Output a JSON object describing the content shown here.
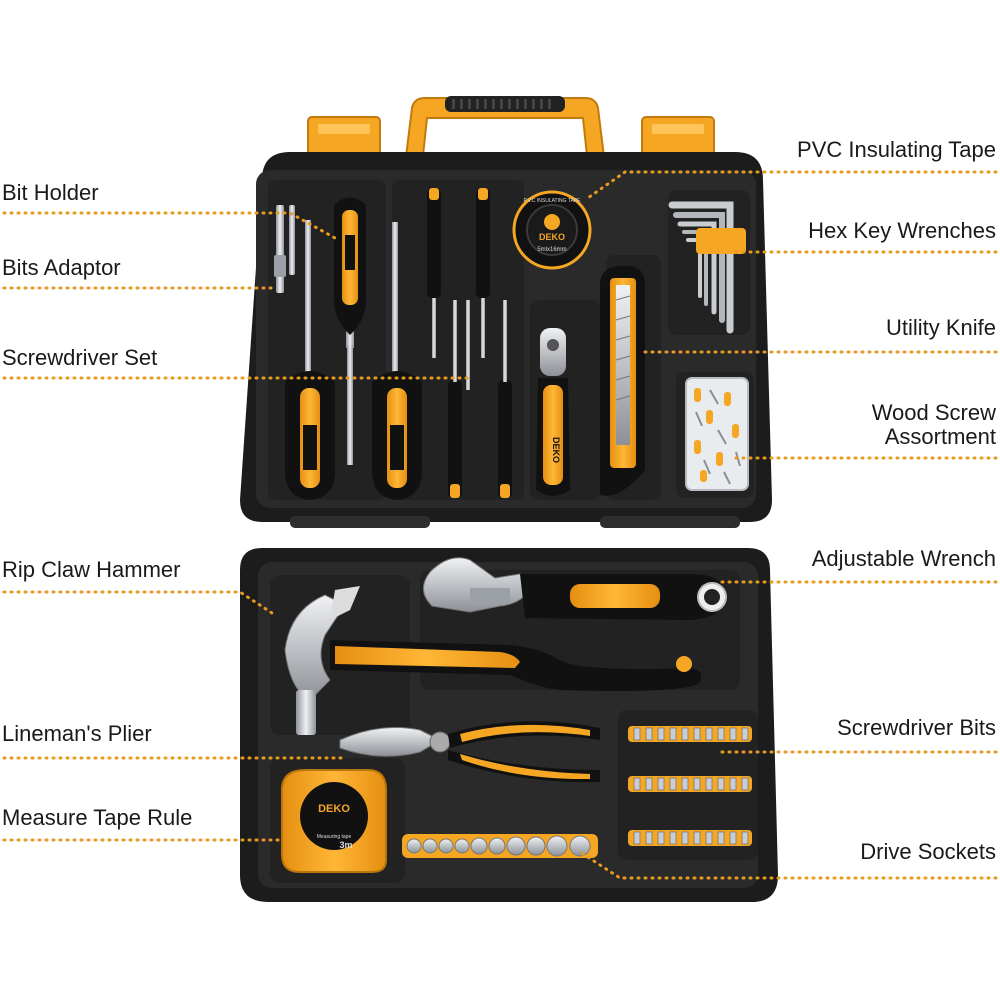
{
  "brand": "DEKO",
  "tape_roll_text": "5mlx16mm",
  "tape_roll_ring_text": "P.V.C INSULATING TAPE",
  "measure_tape_text": "Measuring tape",
  "measure_tape_length": "3m",
  "labels_left": [
    {
      "id": "bit-holder",
      "text": "Bit Holder"
    },
    {
      "id": "bits-adaptor",
      "text": "Bits Adaptor"
    },
    {
      "id": "screwdriver-set",
      "text": "Screwdriver Set"
    },
    {
      "id": "rip-claw-hammer",
      "text": "Rip Claw Hammer"
    },
    {
      "id": "linemans-plier",
      "text": "Lineman's Plier"
    },
    {
      "id": "measure-tape-rule",
      "text": "Measure Tape Rule"
    }
  ],
  "labels_right": [
    {
      "id": "pvc-insulating-tape",
      "text": "PVC Insulating Tape"
    },
    {
      "id": "hex-key-wrenches",
      "text": "Hex Key Wrenches"
    },
    {
      "id": "utility-knife",
      "text": "Utility Knife"
    },
    {
      "id": "wood-screw-assortment",
      "text": "Wood Screw Assortment"
    },
    {
      "id": "adjustable-wrench",
      "text": "Adjustable Wrench"
    },
    {
      "id": "screwdriver-bits",
      "text": "Screwdriver Bits"
    },
    {
      "id": "drive-sockets",
      "text": "Drive Sockets"
    }
  ],
  "colors": {
    "accent_orange": "#f5a623",
    "case_black": "#1e1e1e",
    "tray_dark": "#2b2b2b",
    "leader_dots": "#e89a1e",
    "steel": "#c9ccd0"
  }
}
